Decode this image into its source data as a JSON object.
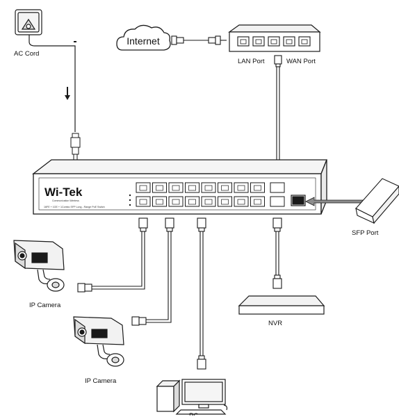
{
  "labels": {
    "ac_cord": "AC Cord",
    "internet": "Internet",
    "lan_port": "LAN Port",
    "wan_port": "WAN Port",
    "sfp_port": "SFP Port",
    "ip_camera_1": "IP Camera",
    "ip_camera_2": "IP Camera",
    "nvr": "NVR",
    "pc": "PC"
  },
  "switch": {
    "logo": "Wi-Tek",
    "tagline": "Communication Wireless",
    "model_text": "16FE + 1GE + 1Combo SFP Long - Range PoE Switch",
    "port_count": 16
  },
  "router": {
    "port_count": 5
  },
  "colors": {
    "line": "#1a1a1a",
    "port_fill": "#ffffff",
    "arrow_fill": "#8c8c8c"
  }
}
